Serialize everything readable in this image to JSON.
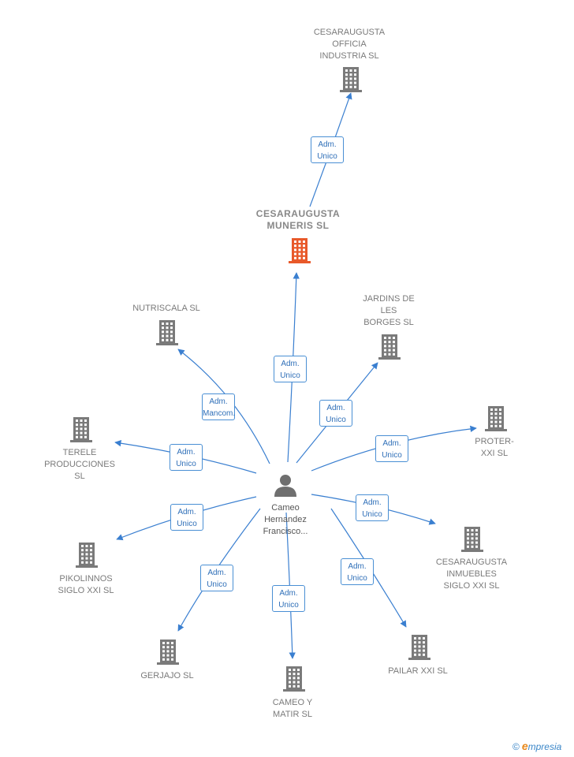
{
  "colors": {
    "edge": "#3a7fd0",
    "building": "#7a7a7a",
    "building_main": "#e8592a",
    "person": "#6f6f6f"
  },
  "center": {
    "label": "Cameo\nHernandez\nFrancisco..."
  },
  "nodes": [
    {
      "id": "cesaraugusta-officia",
      "label": "CESARAUGUSTA\nOFFICIA\nINDUSTRIA  SL",
      "main": false
    },
    {
      "id": "cesaraugusta-muneris",
      "label": "CESARAUGUSTA\nMUNERIS  SL",
      "main": true
    },
    {
      "id": "nutriscala",
      "label": "NUTRISCALA SL",
      "main": false
    },
    {
      "id": "jardins",
      "label": "JARDINS DE\nLES\nBORGES SL",
      "main": false
    },
    {
      "id": "terele",
      "label": "TERELE\nPRODUCCIONES\nSL",
      "main": false
    },
    {
      "id": "proter",
      "label": "PROTER-\nXXI SL",
      "main": false
    },
    {
      "id": "pikolinnos",
      "label": "PIKOLINNOS\nSIGLO XXI  SL",
      "main": false
    },
    {
      "id": "cesaraugusta-inmuebles",
      "label": "CESARAUGUSTA\nINMUEBLES\nSIGLO XXI  SL",
      "main": false
    },
    {
      "id": "gerjajo",
      "label": "GERJAJO  SL",
      "main": false
    },
    {
      "id": "pailar",
      "label": "PAILAR XXI SL",
      "main": false
    },
    {
      "id": "cameo-matir",
      "label": "CAMEO Y\nMATIR  SL",
      "main": false
    }
  ],
  "edges": [
    {
      "from": "cesaraugusta-muneris",
      "to": "cesaraugusta-officia",
      "label": "Adm.\nUnico"
    },
    {
      "from": "center",
      "to": "cesaraugusta-muneris",
      "label": "Adm.\nUnico"
    },
    {
      "from": "center",
      "to": "nutriscala",
      "label": "Adm.\nMancom."
    },
    {
      "from": "center",
      "to": "jardins",
      "label": "Adm.\nUnico"
    },
    {
      "from": "center",
      "to": "terele",
      "label": "Adm.\nUnico"
    },
    {
      "from": "center",
      "to": "proter",
      "label": "Adm.\nUnico"
    },
    {
      "from": "center",
      "to": "pikolinnos",
      "label": "Adm.\nUnico"
    },
    {
      "from": "center",
      "to": "cesaraugusta-inmuebles",
      "label": "Adm.\nUnico"
    },
    {
      "from": "center",
      "to": "gerjajo",
      "label": "Adm.\nUnico"
    },
    {
      "from": "center",
      "to": "pailar",
      "label": "Adm.\nUnico"
    },
    {
      "from": "center",
      "to": "cameo-matir",
      "label": "Adm.\nUnico"
    }
  ],
  "branding": {
    "copyright": "©",
    "initial": "e",
    "name": "mpresia"
  }
}
